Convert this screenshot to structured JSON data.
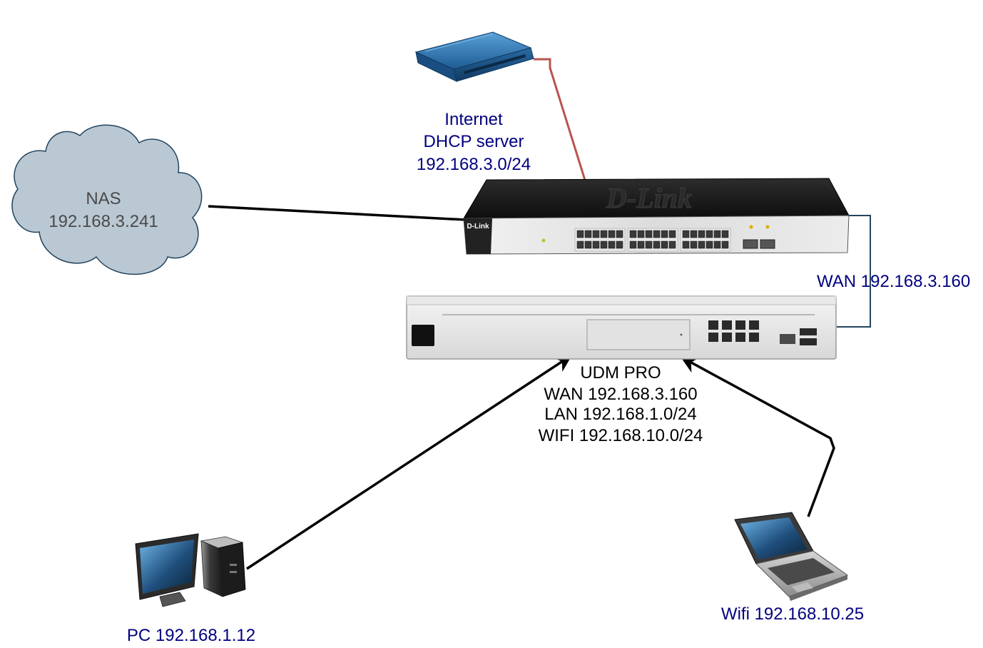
{
  "internet_server": {
    "lines": [
      "Internet",
      "DHCP server",
      "192.168.3.0/24"
    ]
  },
  "nas": {
    "lines": [
      "NAS",
      "192.168.3.241"
    ]
  },
  "switch": {
    "brand": "D-Link",
    "side_label": "WAN 192.168.3.160"
  },
  "udm": {
    "lines": [
      "UDM PRO",
      "WAN 192.168.3.160",
      "LAN 192.168.1.0/24",
      "WIFI 192.168.10.0/24"
    ]
  },
  "pc": {
    "label": "PC 192.168.1.12"
  },
  "laptop": {
    "label": "Wifi 192.168.10.25"
  },
  "colors": {
    "label_navy": "#000080",
    "server_link": "#b85450",
    "wan_bracket": "#23445d",
    "cloud_fill": "#bac8d3",
    "cloud_stroke": "#23445d"
  }
}
